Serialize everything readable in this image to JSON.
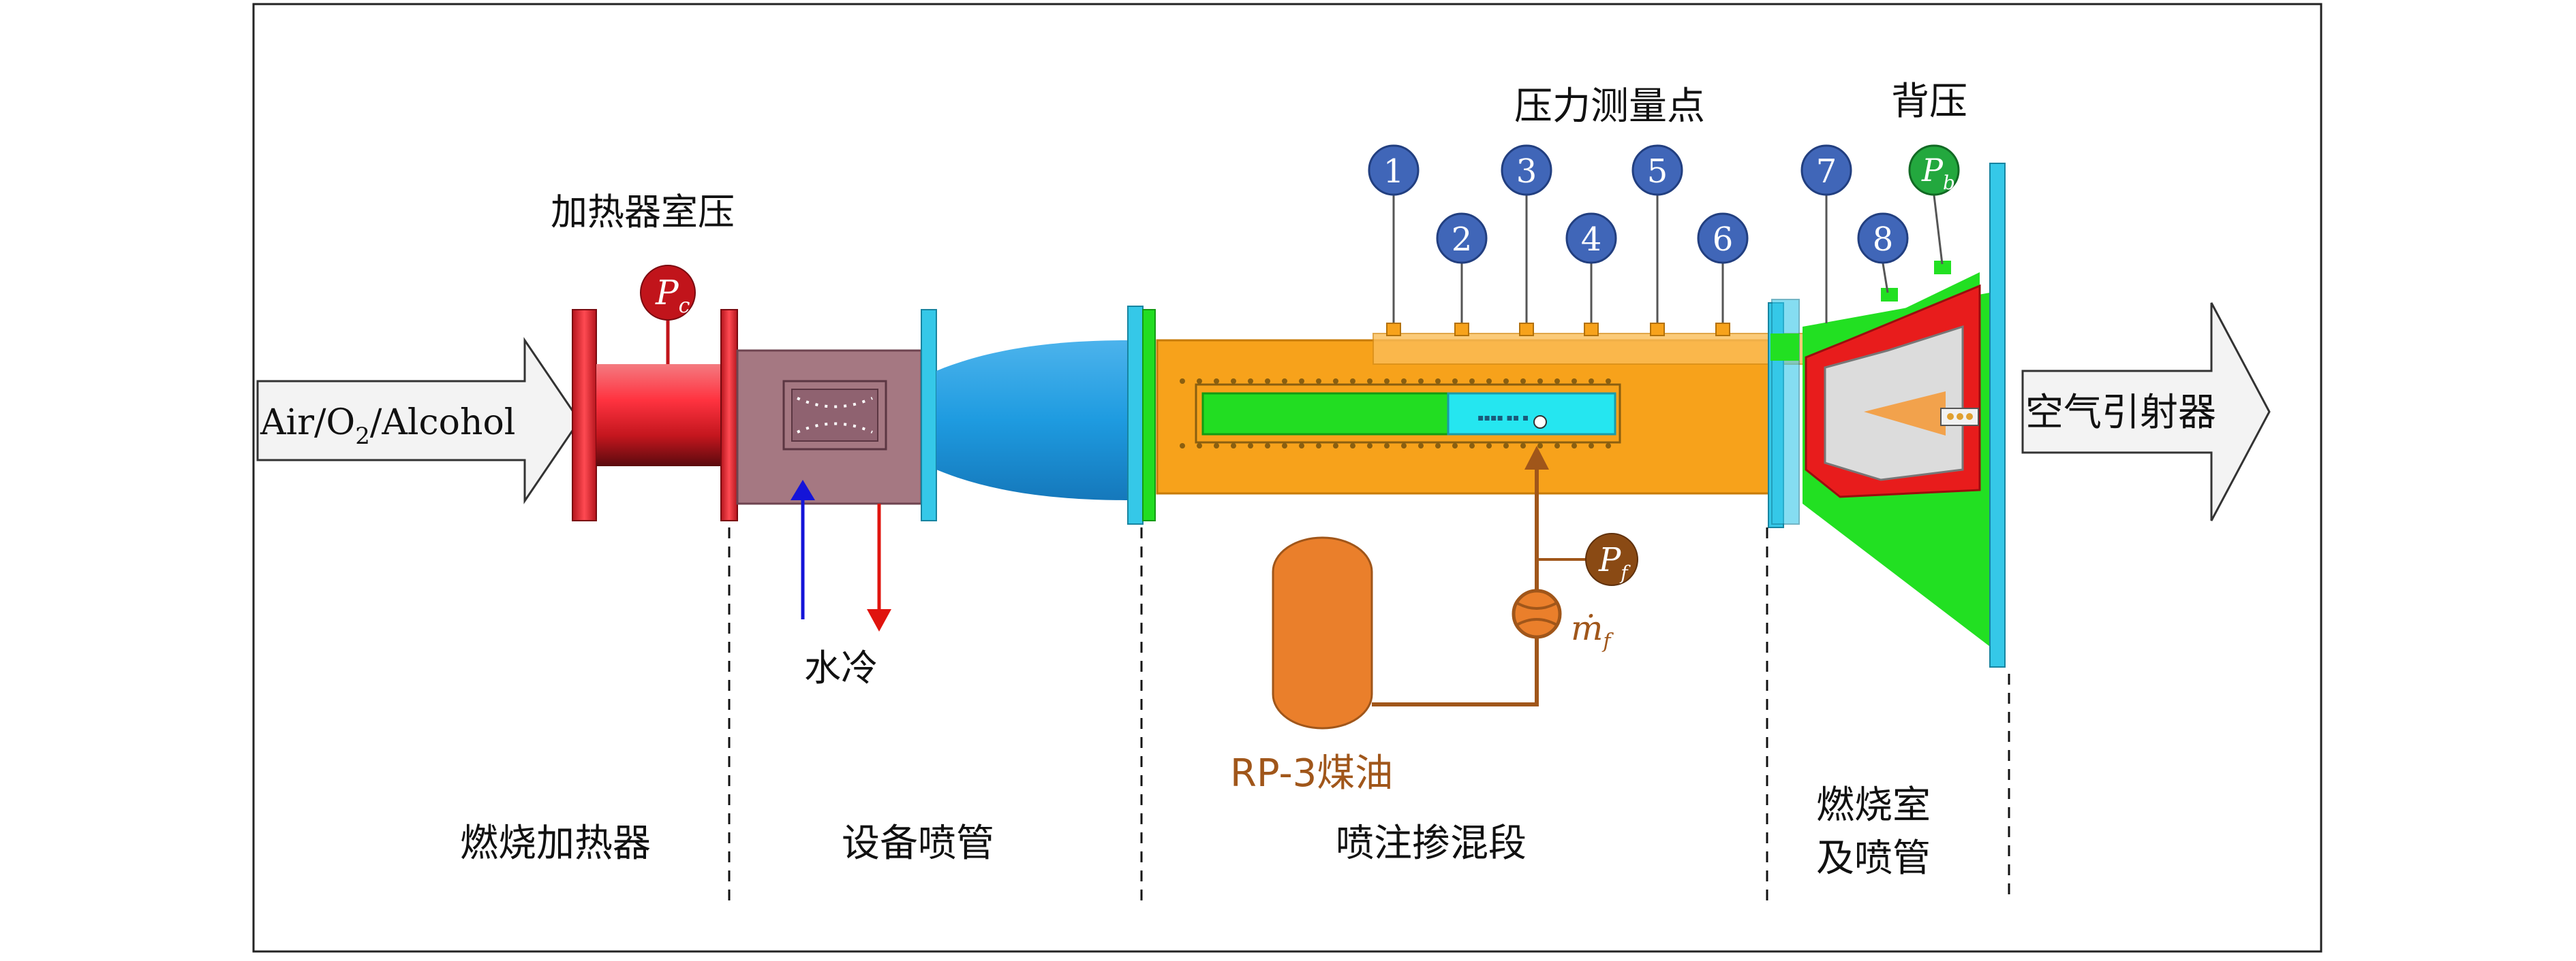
{
  "labels": {
    "inlet": "Air/O",
    "inlet_sub": "2",
    "inlet_rest": "/Alcohol",
    "heater_chamber_pressure": "加热器室压",
    "pc_main": "P",
    "pc_sub": "c",
    "water_cooling": "水冷",
    "pressure_points_title": "压力测量点",
    "back_pressure": "背压",
    "pb_main": "P",
    "pb_sub": "b",
    "pf_main": "P",
    "pf_sub": "f",
    "mf_main": "ṁ",
    "mf_sub": "f",
    "fuel": "RP-3煤油",
    "ejector": "空气引射器"
  },
  "pressure_points": [
    "1",
    "2",
    "3",
    "4",
    "5",
    "6",
    "7",
    "8"
  ],
  "sections": [
    "燃烧加热器",
    "设备喷管",
    "喷注掺混段",
    "燃烧室",
    "及喷管"
  ],
  "colors": {
    "heater": "#e8232f",
    "nozzle_box": "#a57882",
    "nozzle_cone": "#1e9be0",
    "flange": "#35c8e8",
    "mixing_section": "#f7a21b",
    "strut_green": "#22dd22",
    "strut_cyan": "#25e6f0",
    "combustor_red": "#e81c1c",
    "combustor_green": "#22e022",
    "tank": "#ea7f2b",
    "fuel_line": "#a0561a",
    "gauge_blue": "#4066b8",
    "gauge_red": "#c1141b",
    "gauge_green": "#23a83e",
    "fuel_text": "#a0561a"
  }
}
